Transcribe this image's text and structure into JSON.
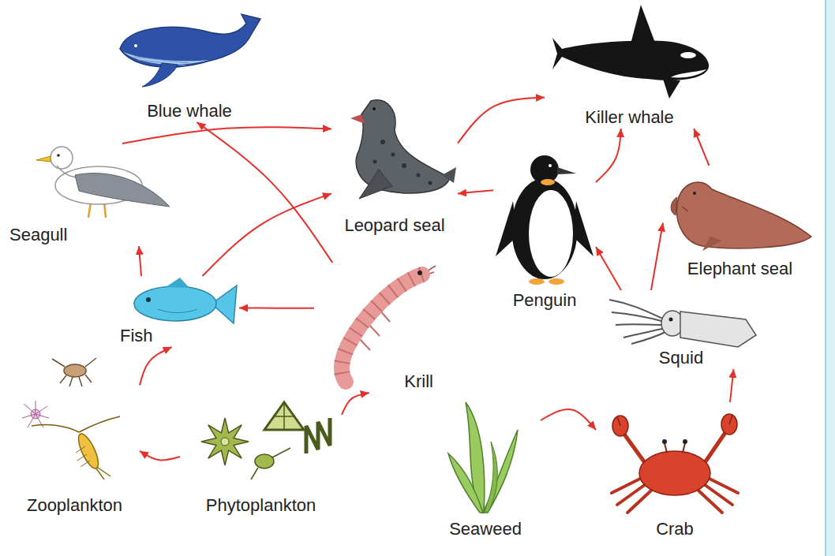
{
  "diagram": {
    "nodes": [
      {
        "text": [
          "Blue whale"
        ]
      },
      {
        "text": [
          "Killer whale"
        ]
      },
      {
        "text": [
          "Seagull"
        ]
      },
      {
        "text": [
          "Leopard seal"
        ]
      },
      {
        "text": [
          "Penguin"
        ]
      },
      {
        "text": [
          "Elephant seal"
        ]
      },
      {
        "text": [
          "Fish"
        ]
      },
      {
        "text": [
          "Krill"
        ]
      },
      {
        "text": [
          "Squid"
        ]
      },
      {
        "text": [
          "Zooplankton"
        ]
      },
      {
        "text": [
          "Phytoplankton"
        ]
      },
      {
        "text": [
          "Seaweed"
        ]
      },
      {
        "text": [
          "Crab"
        ]
      }
    ],
    "edges": [
      {
        "from": 2,
        "to": 3,
        "arrow": "to"
      },
      {
        "from": 6,
        "to": 3,
        "arrow": "to"
      },
      {
        "from": 6,
        "to": 2,
        "arrow": "to"
      },
      {
        "from": 7,
        "to": 0,
        "arrow": "to"
      },
      {
        "from": 7,
        "to": 6,
        "arrow": "to"
      },
      {
        "from": 9,
        "to": 6,
        "arrow": "to"
      },
      {
        "from": 10,
        "to": 9,
        "arrow": "to"
      },
      {
        "from": 10,
        "to": 7,
        "arrow": "to"
      },
      {
        "from": 3,
        "to": 1,
        "arrow": "to"
      },
      {
        "from": 4,
        "to": 3,
        "arrow": "to"
      },
      {
        "from": 4,
        "to": 1,
        "arrow": "to"
      },
      {
        "from": 5,
        "to": 1,
        "arrow": "to"
      },
      {
        "from": 8,
        "to": 4,
        "arrow": "to"
      },
      {
        "from": 8,
        "to": 5,
        "arrow": "to"
      },
      {
        "from": 12,
        "to": 8,
        "arrow": "to"
      },
      {
        "from": 11,
        "to": 12,
        "arrow": "to"
      }
    ]
  }
}
